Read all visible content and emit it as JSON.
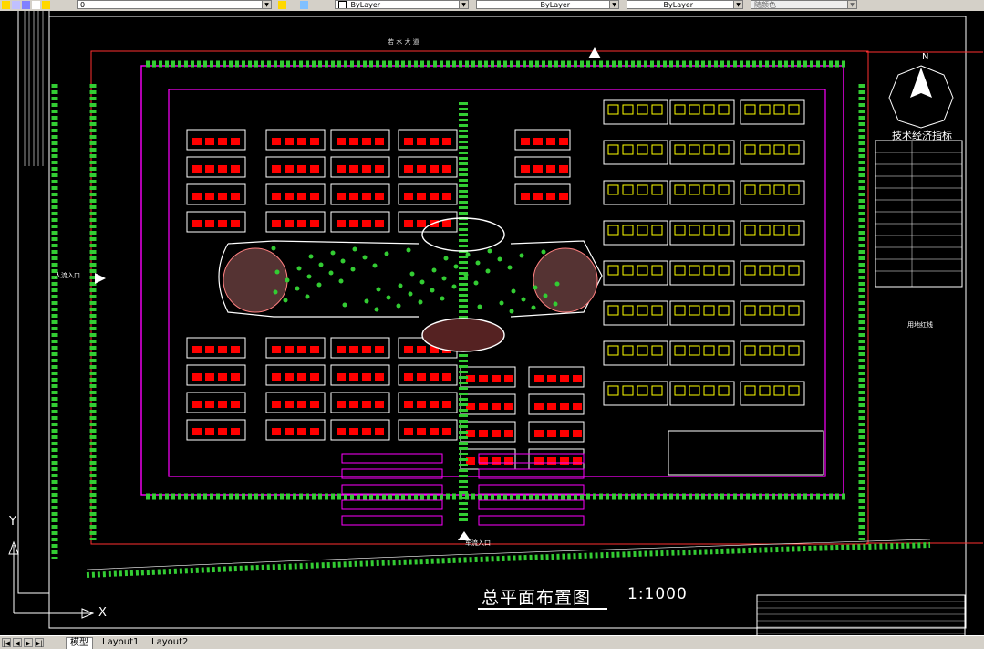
{
  "toolbar": {
    "layer_value": "0",
    "color_value": "ByLayer",
    "linetype_value": "ByLayer",
    "lineweight_value": "ByLayer",
    "plotstyle_value": "随颜色"
  },
  "drawing": {
    "title": "总平面布置图",
    "scale": "1:1000",
    "north_label": "N",
    "table_title": "技术经济指标",
    "road_top": "若 水 大 道",
    "entry_west": "人流入口",
    "entry_south": "车流入口",
    "boundary_label": "用地红线",
    "axis_x": "X",
    "axis_y": "Y"
  },
  "tabs": {
    "model": "模型",
    "layout1": "Layout1",
    "layout2": "Layout2"
  },
  "colors": {
    "background": "#000000",
    "buildings": "#ffffff",
    "roofs": "#ff0000",
    "landscape": "#33cc33",
    "boundary": "#ff00ff",
    "villas": "#ffff00"
  }
}
